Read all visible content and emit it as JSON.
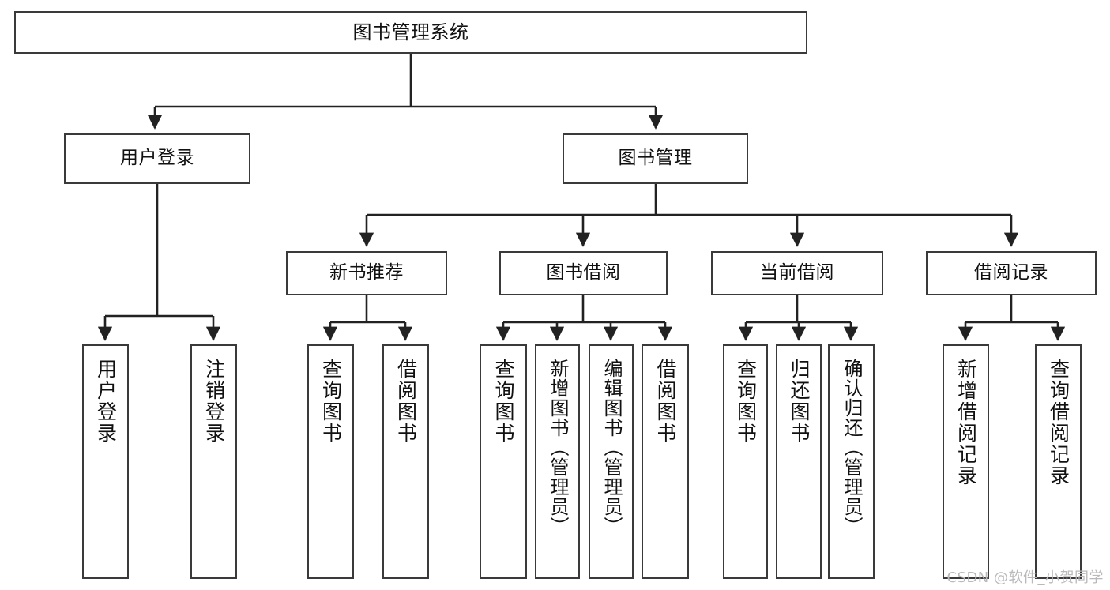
{
  "diagram": {
    "title": "图书管理系统",
    "type": "tree-hierarchy",
    "root": {
      "id": "root",
      "label": "图书管理系统"
    },
    "level2": [
      {
        "id": "user-login",
        "label": "用户登录"
      },
      {
        "id": "book-manage",
        "label": "图书管理"
      }
    ],
    "level3": [
      {
        "id": "new-book-rec",
        "label": "新书推荐",
        "parent": "book-manage"
      },
      {
        "id": "book-borrow",
        "label": "图书借阅",
        "parent": "book-manage"
      },
      {
        "id": "current-borrow",
        "label": "当前借阅",
        "parent": "book-manage"
      },
      {
        "id": "borrow-record",
        "label": "借阅记录",
        "parent": "book-manage"
      }
    ],
    "leaves": [
      {
        "id": "leaf-user-login",
        "label": "用户登录",
        "parent": "user-login"
      },
      {
        "id": "leaf-logout",
        "label": "注销登录",
        "parent": "user-login"
      },
      {
        "id": "leaf-query-book-1",
        "label": "查询图书",
        "parent": "new-book-rec"
      },
      {
        "id": "leaf-borrow-book-1",
        "label": "借阅图书",
        "parent": "new-book-rec"
      },
      {
        "id": "leaf-query-book-2",
        "label": "查询图书",
        "parent": "book-borrow"
      },
      {
        "id": "leaf-add-book",
        "label": "新增图书（管理员）",
        "parent": "book-borrow"
      },
      {
        "id": "leaf-edit-book",
        "label": "编辑图书（管理员）",
        "parent": "book-borrow"
      },
      {
        "id": "leaf-borrow-book-2",
        "label": "借阅图书",
        "parent": "book-borrow"
      },
      {
        "id": "leaf-query-book-3",
        "label": "查询图书",
        "parent": "current-borrow"
      },
      {
        "id": "leaf-return-book",
        "label": "归还图书",
        "parent": "current-borrow"
      },
      {
        "id": "leaf-confirm-return",
        "label": "确认归还（管理员）",
        "parent": "current-borrow"
      },
      {
        "id": "leaf-add-record",
        "label": "新增借阅记录",
        "parent": "borrow-record"
      },
      {
        "id": "leaf-query-record",
        "label": "查询借阅记录",
        "parent": "borrow-record"
      }
    ]
  },
  "watermark": {
    "text": "CSDN @软件_小贺同学"
  },
  "colors": {
    "box_border": "#3a3a3a",
    "box_fill": "#ffffff",
    "edge": "#222222",
    "text": "#111111",
    "watermark": "#b9b9b9"
  }
}
